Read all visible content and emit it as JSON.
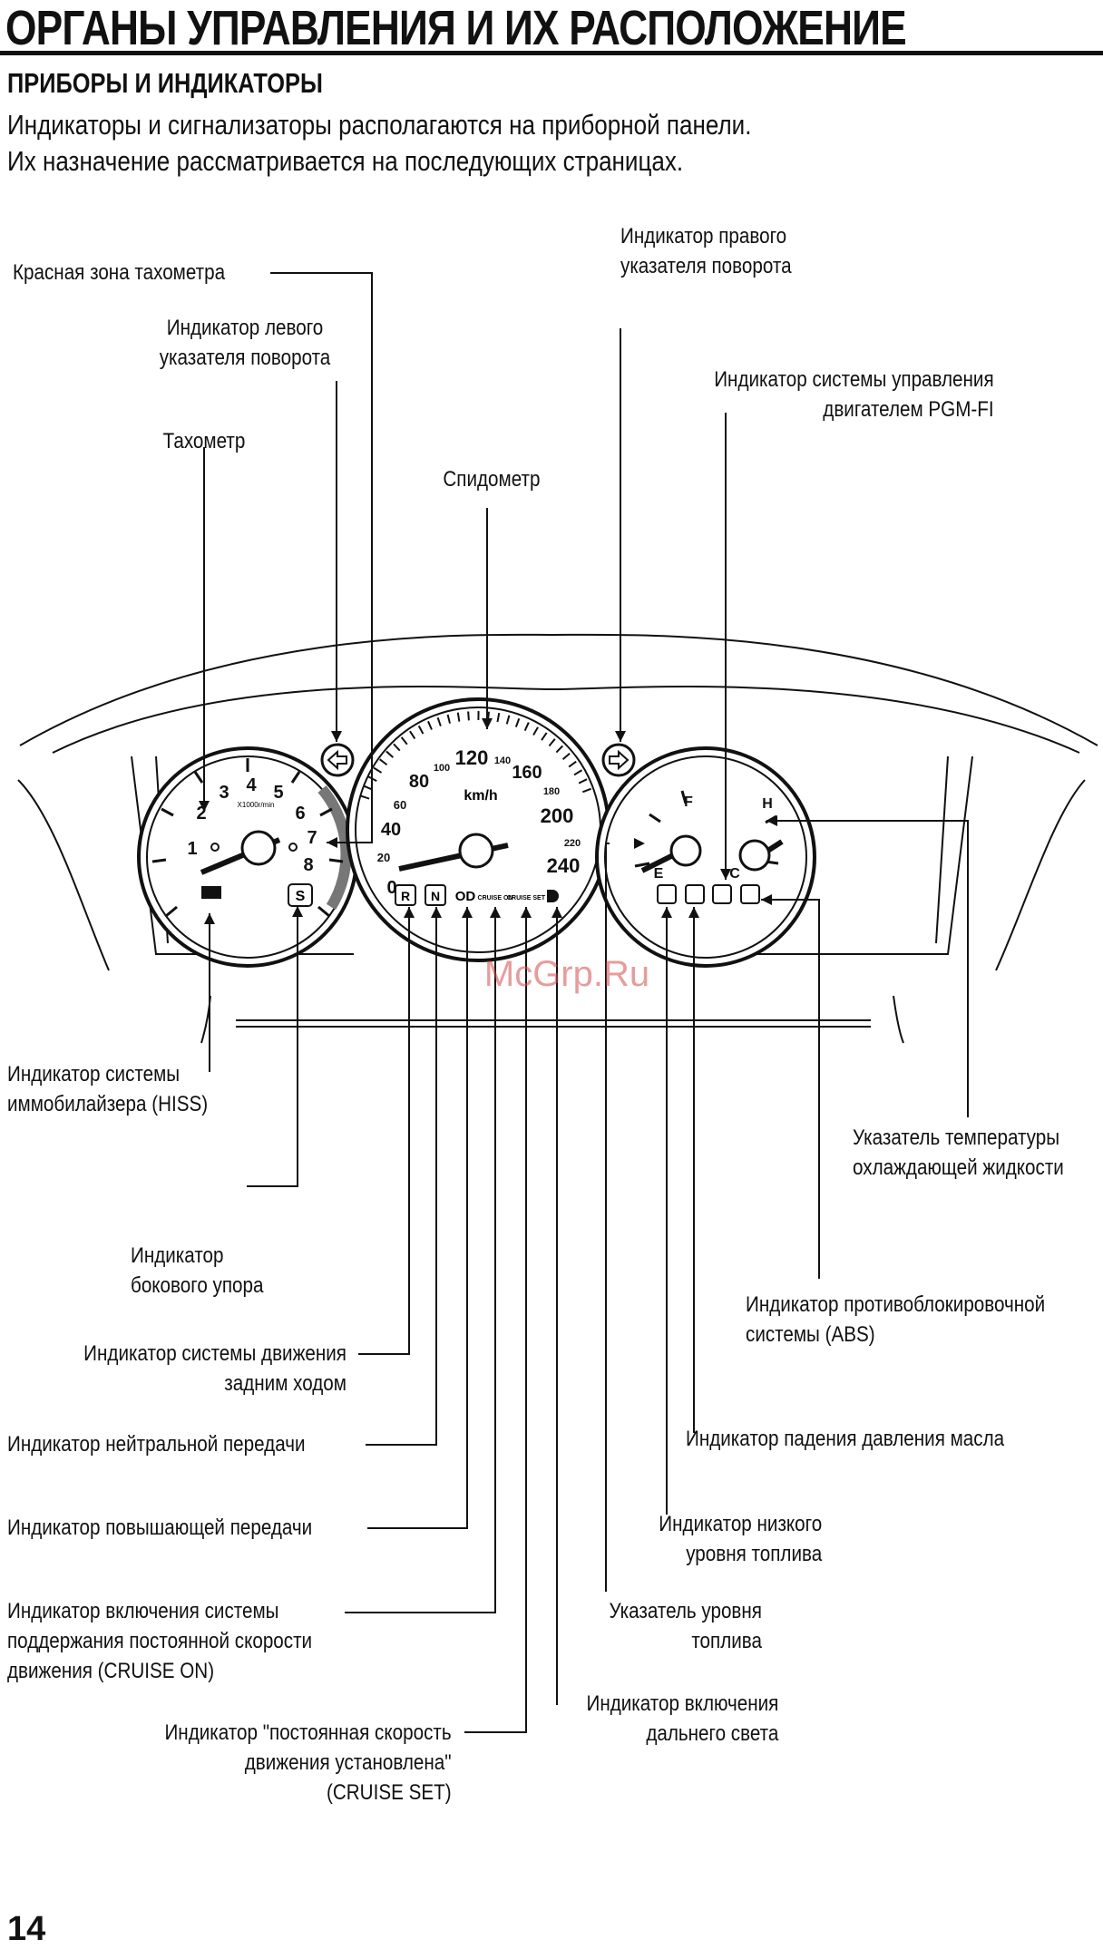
{
  "page": {
    "title": "ОРГАНЫ УПРАВЛЕНИЯ И ИХ РАСПОЛОЖЕНИЕ",
    "subtitle": "ПРИБОРЫ И ИНДИКАТОРЫ",
    "intro_line1": "Индикаторы и сигнализаторы располагаются на приборной панели.",
    "intro_line2": "Их назначение рассматривается на последующих страницах.",
    "page_number": "14",
    "watermark": "McGrp.Ru"
  },
  "labels": {
    "tacho_red_zone": [
      "Красная зона тахометра"
    ],
    "left_turn": [
      "Индикатор левого",
      "указателя поворота"
    ],
    "tachometer": [
      "Тахометр"
    ],
    "speedometer": [
      "Спидометр"
    ],
    "right_turn": [
      "Индикатор правого",
      "указателя поворота"
    ],
    "pgm_fi": [
      "Индикатор системы управления",
      "двигателем PGM-FI"
    ],
    "hiss": [
      "Индикатор системы",
      "иммобилайзера (HISS)"
    ],
    "coolant_temp": [
      "Указатель температуры",
      "охлаждающей жидкости"
    ],
    "side_stand": [
      "Индикатор",
      "бокового упора"
    ],
    "abs": [
      "Индикатор противоблокировочной",
      "системы (ABS)"
    ],
    "reverse": [
      "Индикатор системы движения",
      "задним ходом"
    ],
    "neutral": [
      "Индикатор нейтральной передачи"
    ],
    "oil_pressure": [
      "Индикатор падения давления масла"
    ],
    "overdrive": [
      "Индикатор повышающей передачи"
    ],
    "low_fuel": [
      "Индикатор низкого",
      "уровня топлива"
    ],
    "cruise_on": [
      "Индикатор включения системы",
      "поддержания постоянной скорости",
      "движения (CRUISE ON)"
    ],
    "fuel_gauge": [
      "Указатель уровня",
      "топлива"
    ],
    "high_beam": [
      "Индикатор включения",
      "дальнего света"
    ],
    "cruise_set": [
      "Индикатор \"постоянная скорость",
      "движения установлена\"",
      "(CRUISE SET)"
    ]
  },
  "gauges": {
    "tachometer": {
      "scale": [
        "1",
        "2",
        "3",
        "4",
        "5",
        "6",
        "7",
        "8"
      ],
      "unit": "X1000r/min",
      "indicators": [
        "HISS",
        "S"
      ]
    },
    "speedometer": {
      "major": [
        "0",
        "20",
        "40",
        "60",
        "80",
        "100",
        "120",
        "140",
        "160",
        "180",
        "200",
        "220",
        "240"
      ],
      "unit": "km/h",
      "indicators": [
        "R",
        "N",
        "OD",
        "CRUISE ON",
        "CRUISE SET",
        "high-beam"
      ]
    },
    "right_cluster": {
      "fuel": [
        "E",
        "F"
      ],
      "temp": [
        "C",
        "H"
      ],
      "indicators": [
        "fuel",
        "oil",
        "engine",
        "ABS"
      ]
    }
  }
}
